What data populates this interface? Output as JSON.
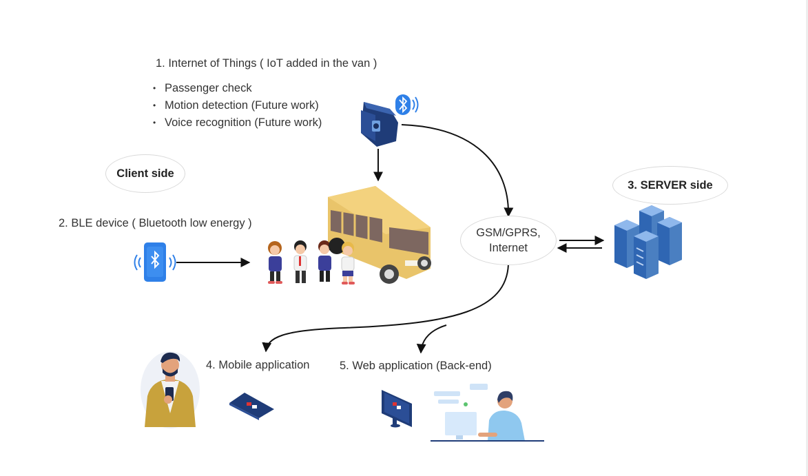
{
  "iot": {
    "title": "1. Internet of Things ( IoT added in the van )",
    "bullets": [
      "Passenger check",
      "Motion detection (Future work)",
      "Voice recognition (Future work)"
    ]
  },
  "client_side": "Client side",
  "ble_label": "2. BLE device ( Bluetooth low energy )",
  "gsm": {
    "line1": "GSM/GPRS,",
    "line2": "Internet"
  },
  "server_side": "3. SERVER side",
  "mobile_label": "4. Mobile application",
  "web_label": "5. Web application (Back-end)",
  "icons": {
    "iot_device": "iot-camera-device-icon",
    "bluetooth": "bluetooth-icon",
    "ble_phone": "bluetooth-phone-icon",
    "van": "school-van-icon",
    "children": "students-icon",
    "server": "server-stack-icon",
    "mobile_user": "man-with-phone-icon",
    "mobile_app": "mobile-app-phone-icon",
    "monitor": "monitor-icon",
    "web_user": "developer-at-computer-icon"
  },
  "colors": {
    "device_blue": "#2b4a8c",
    "bluetooth_blue": "#2f80e8",
    "server_blue": "#4a7fc1",
    "van_yellow": "#e9c46a"
  }
}
